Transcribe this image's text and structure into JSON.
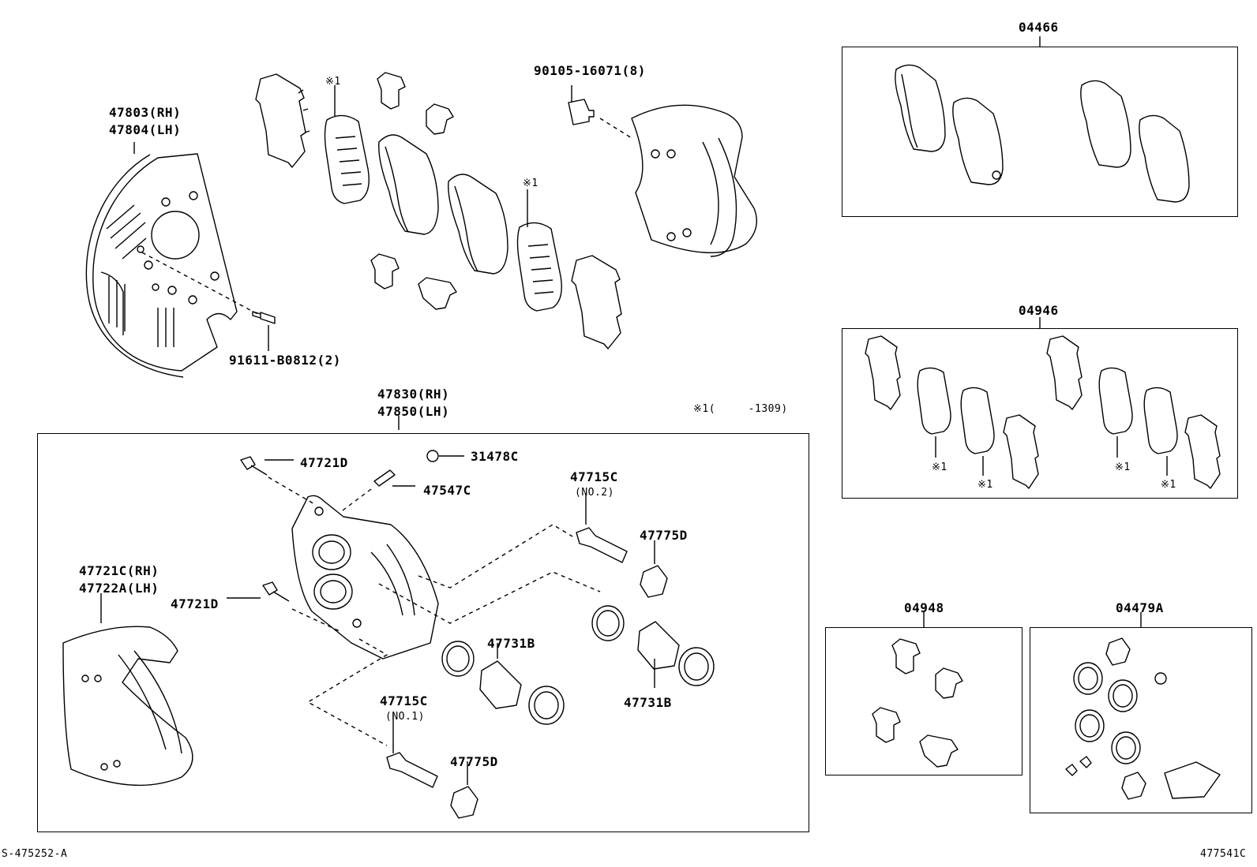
{
  "parts": {
    "shield_rh": "47803(RH)",
    "shield_lh": "47804(LH)",
    "shield_bolt": "91611-B0812(2)",
    "caliper_bolt": "90105-16071(8)",
    "shim_note_a": "※1",
    "shim_note_b": "※1",
    "caliper_rh": "47830(RH)",
    "caliper_lh": "47850(LH)",
    "note_range": "※1(     -1309)",
    "bolt_upper": "47721D",
    "cap": "31478C",
    "bleeder": "47547C",
    "pin_no2": "47715C",
    "pin_no2_sub": "(NO.2)",
    "boot_upper": "47775D",
    "mount_rh": "47721C(RH)",
    "mount_lh": "47722A(LH)",
    "bolt_lower": "47721D",
    "piston_kit_lower": "47731B",
    "piston_kit_upper": "47731B",
    "pin_no1": "47715C",
    "pin_no1_sub": "(NO.1)",
    "boot_lower": "47775D",
    "footer_left": "S-475252-A",
    "footer_right": "477541C"
  },
  "kits": {
    "pad_kit": "04466",
    "anti_squeal_kit": "04946",
    "fitting_kit": "04948",
    "cylinder_kit": "04479A",
    "marks": [
      "※1",
      "※1",
      "※1",
      "※1"
    ]
  }
}
